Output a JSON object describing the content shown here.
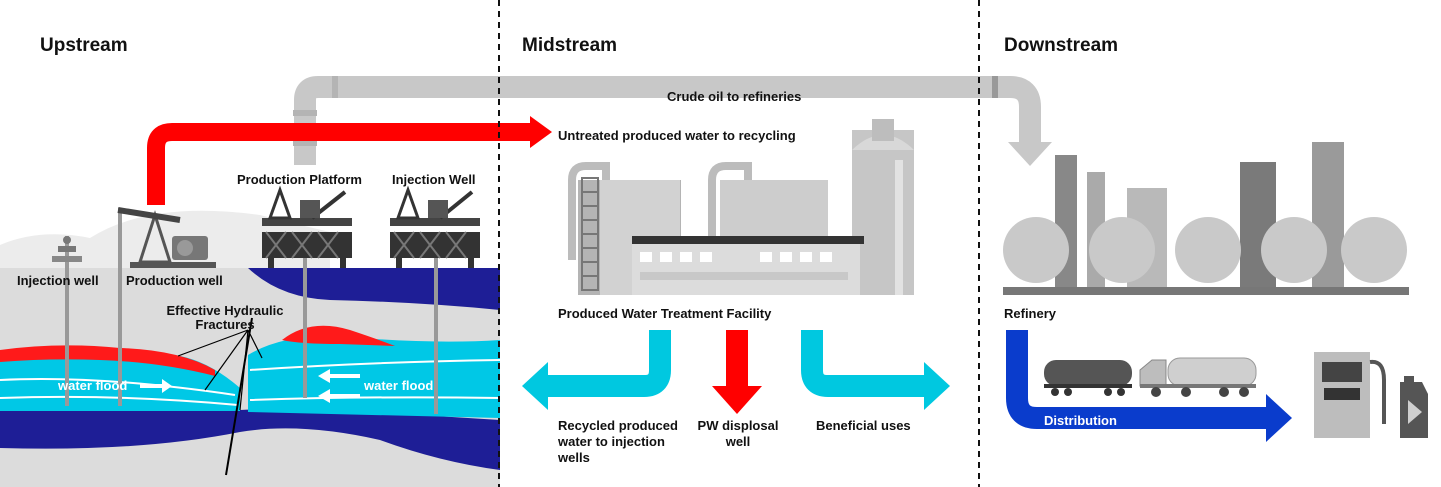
{
  "sections": {
    "upstream": "Upstream",
    "midstream": "Midstream",
    "downstream": "Downstream"
  },
  "labels": {
    "crude_oil": "Crude oil to refineries",
    "untreated_water": "Untreated produced water to recycling",
    "production_platform": "Production Platform",
    "injection_well_platform": "Injection Well",
    "injection_well_land": "Injection well",
    "production_well": "Production well",
    "effective_fractures": "Effective Hydraulic Fractures",
    "water_flood_left": "water flood",
    "water_flood_right": "water flood",
    "treatment_facility": "Produced Water Treatment Facility",
    "recycled_water": "Recycled produced water to injection wells",
    "pw_disposal": "PW displosal well",
    "beneficial_uses": "Beneficial uses",
    "refinery": "Refinery",
    "distribution": "Distribution"
  },
  "colors": {
    "crude_pipe": "#c8c8c8",
    "untreated_water_arrow": "#ff0000",
    "recycled_arrow": "#00c8e0",
    "distribution_arrow": "#0a3ccc",
    "deep_water": "#1e1e96",
    "water_flood": "#00c8e6",
    "oil_layer": "#ff1a1a",
    "ground": "#dcdcdc"
  }
}
